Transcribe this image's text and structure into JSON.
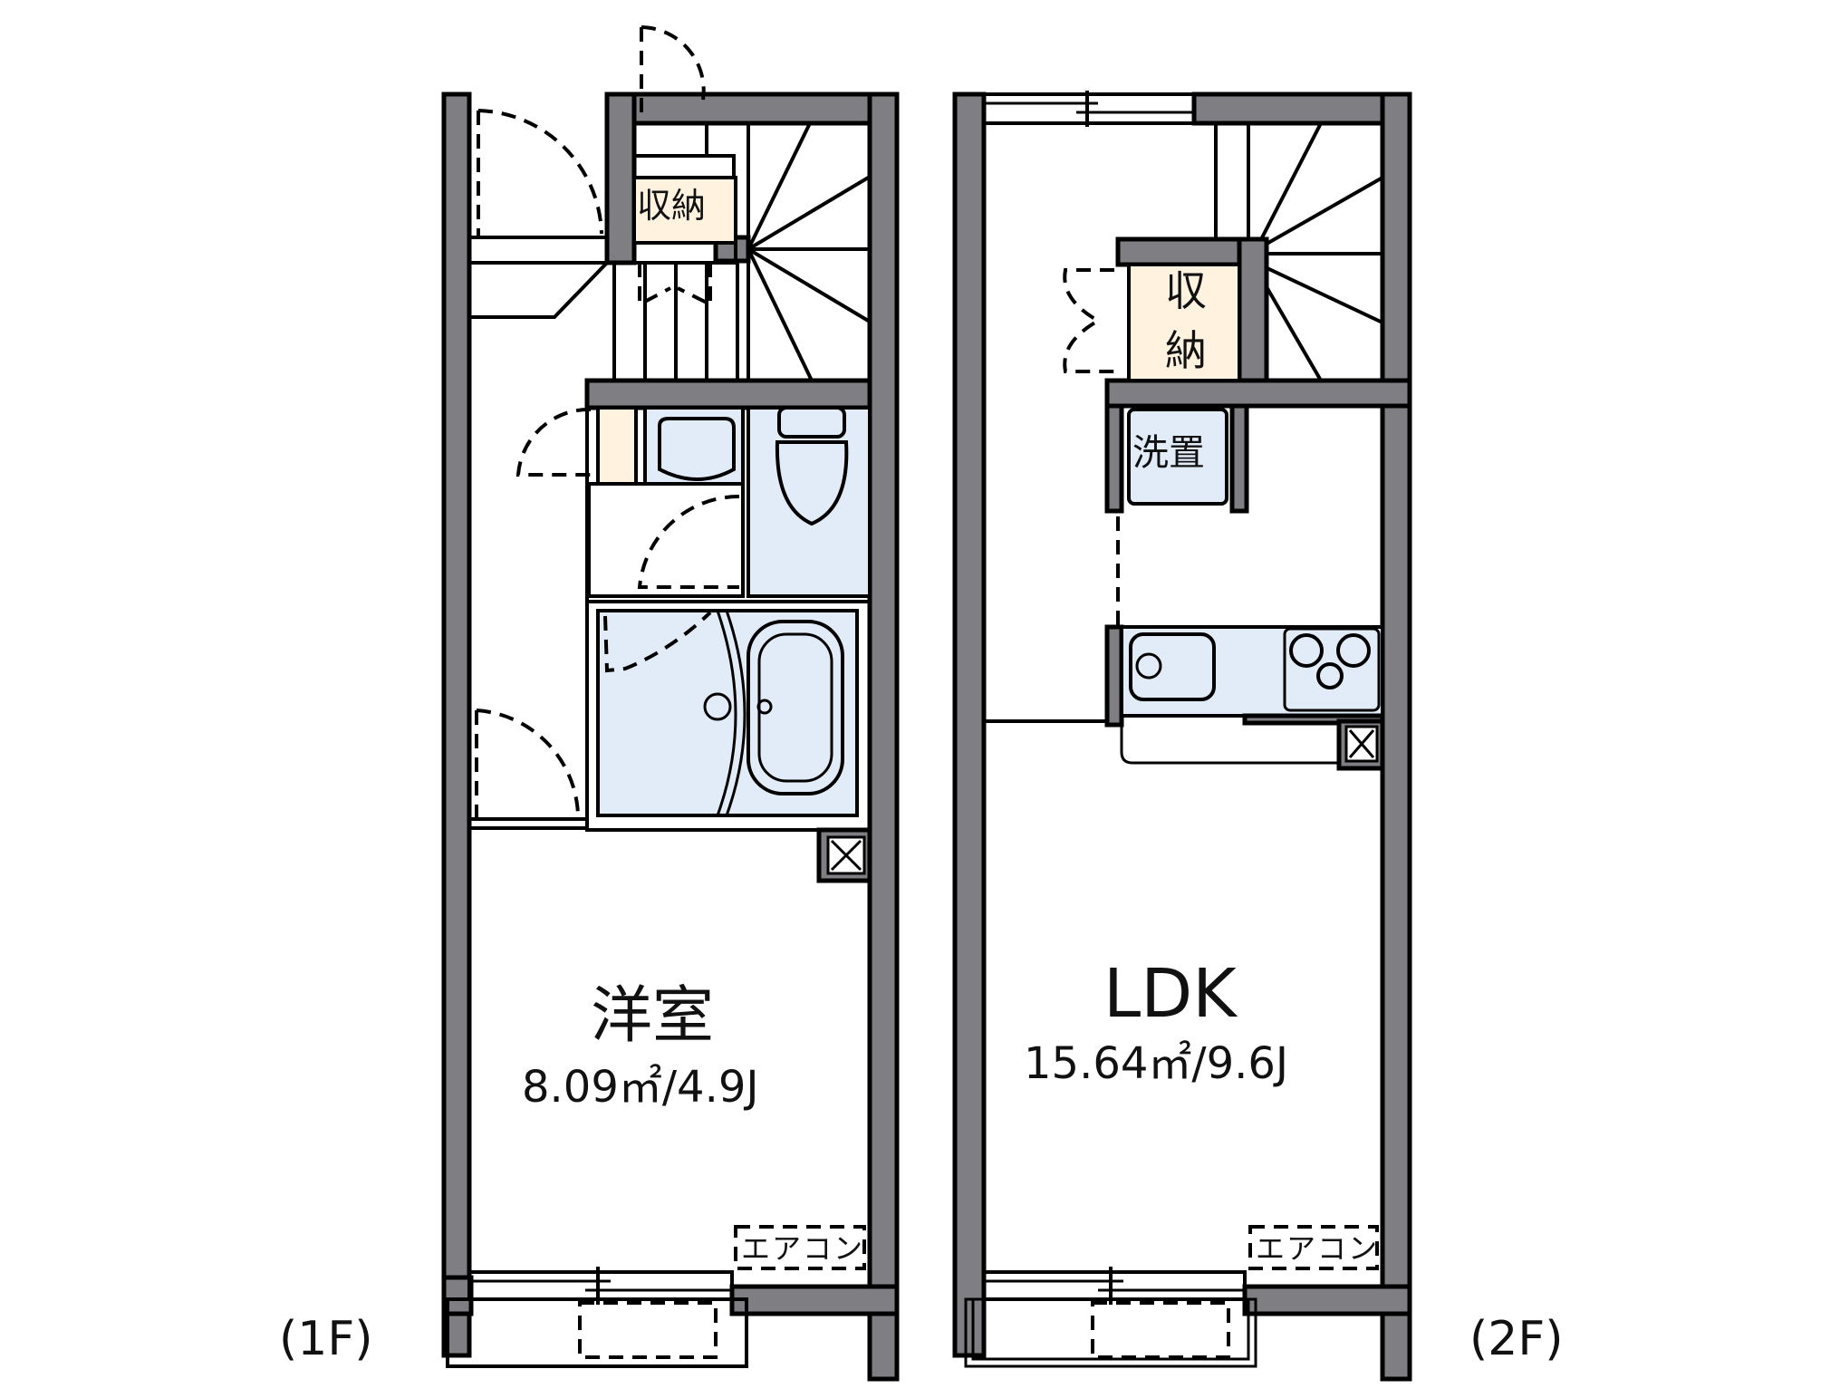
{
  "floors": [
    {
      "label": "(1F)",
      "rooms": [
        {
          "name": "洋室",
          "area": "8.09㎡/4.9J"
        }
      ],
      "storage_label": "収納",
      "aircon_label": "エアコン"
    },
    {
      "label": "(2F)",
      "rooms": [
        {
          "name": "LDK",
          "area": "15.64㎡/9.6J"
        }
      ],
      "storage_label_top": "収",
      "storage_label_bottom": "納",
      "washer_label": "洗置",
      "aircon_label": "エアコン"
    }
  ],
  "colors": {
    "wall": "#7f7f83",
    "line": "#000000",
    "storage_fill": "#fff3e0",
    "wet_area_fill": "#e2ecf9",
    "background": "#ffffff"
  }
}
